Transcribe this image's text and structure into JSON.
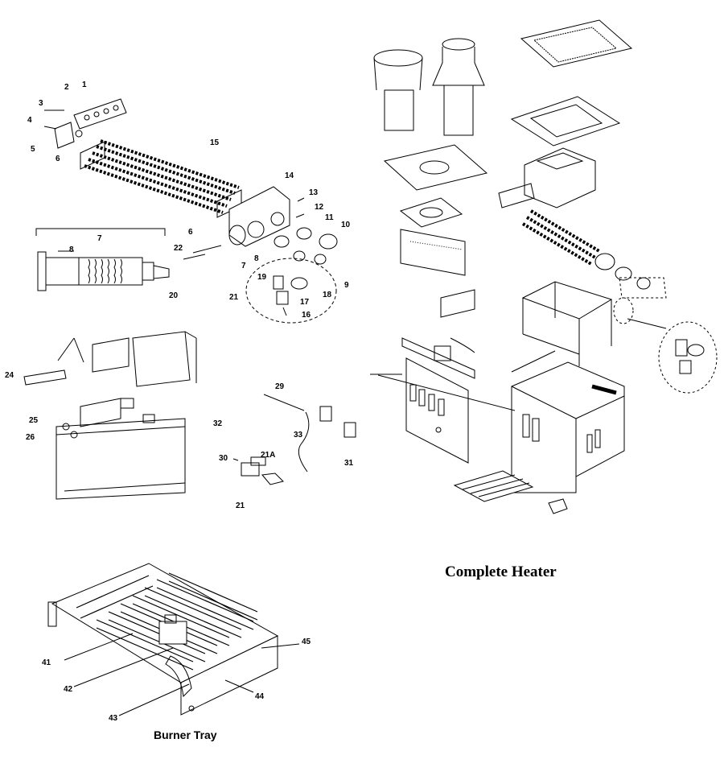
{
  "captions": {
    "complete_heater": "Complete Heater",
    "burner_tray": "Burner Tray"
  },
  "callouts": {
    "c1": "1",
    "c2": "2",
    "c3": "3",
    "c4": "4",
    "c5": "5",
    "c6": "6",
    "c6b": "6",
    "c7": "7",
    "c7b": "7",
    "c8": "8",
    "c8b": "8",
    "c9": "9",
    "c10": "10",
    "c11": "11",
    "c12": "12",
    "c13": "13",
    "c14": "14",
    "c15": "15",
    "c16": "16",
    "c17": "17",
    "c18": "18",
    "c19": "19",
    "c20": "20",
    "c21": "21",
    "c21b": "21",
    "c21a": "21A",
    "c22": "22",
    "c24": "24",
    "c25": "25",
    "c26": "26",
    "c29": "29",
    "c30": "30",
    "c31": "31",
    "c32": "32",
    "c33": "33",
    "c41": "41",
    "c42": "42",
    "c43": "43",
    "c44": "44",
    "c45": "45"
  }
}
